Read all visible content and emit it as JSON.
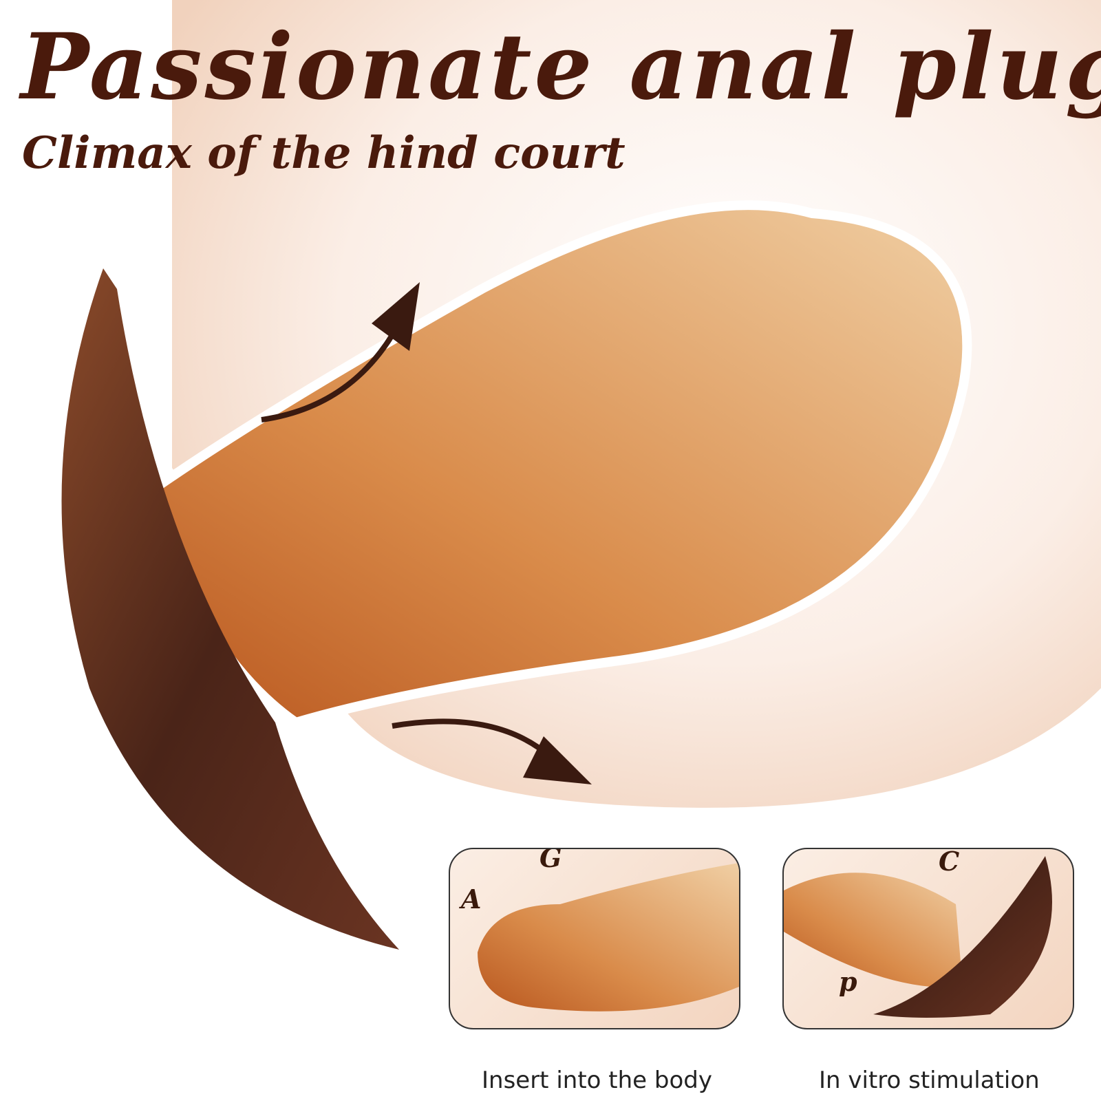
{
  "header": {
    "title": "Passionate anal plug",
    "subtitle": "Climax of the hind court"
  },
  "insets": [
    {
      "labels": [
        "A",
        "G"
      ],
      "caption": "Insert into the body"
    },
    {
      "labels": [
        "C",
        "p"
      ],
      "caption": "In vitro stimulation"
    }
  ],
  "colors": {
    "title": "#4a1a0c",
    "gold": "#d9a066",
    "bronze": "#c0622a",
    "dark_base": "#4a2418"
  }
}
